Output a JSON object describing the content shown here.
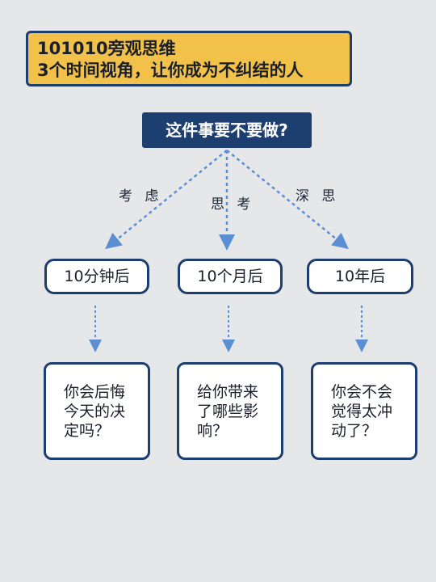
{
  "title": {
    "line1": "101010旁观思维",
    "line2": "3个时间视角，让你成为不纠结的人"
  },
  "question": "这件事要不要做?",
  "branches": [
    {
      "verb": "考 虑",
      "time": "10分钟后",
      "question_lines": [
        "你会后悔",
        "今天的决",
        "定吗？"
      ]
    },
    {
      "verb": "思 考",
      "time": "10个月后",
      "question_lines": [
        "给你带来",
        "了哪些影",
        "响？"
      ]
    },
    {
      "verb": "深 思",
      "time": "10年后",
      "question_lines": [
        "你会不会",
        "觉得太冲",
        "动了？"
      ]
    }
  ],
  "colors": {
    "navy": "#1d3f70",
    "yellow": "#f1c14a",
    "arrow_blue": "#5b8fd1",
    "background": "#e6e7e9"
  }
}
